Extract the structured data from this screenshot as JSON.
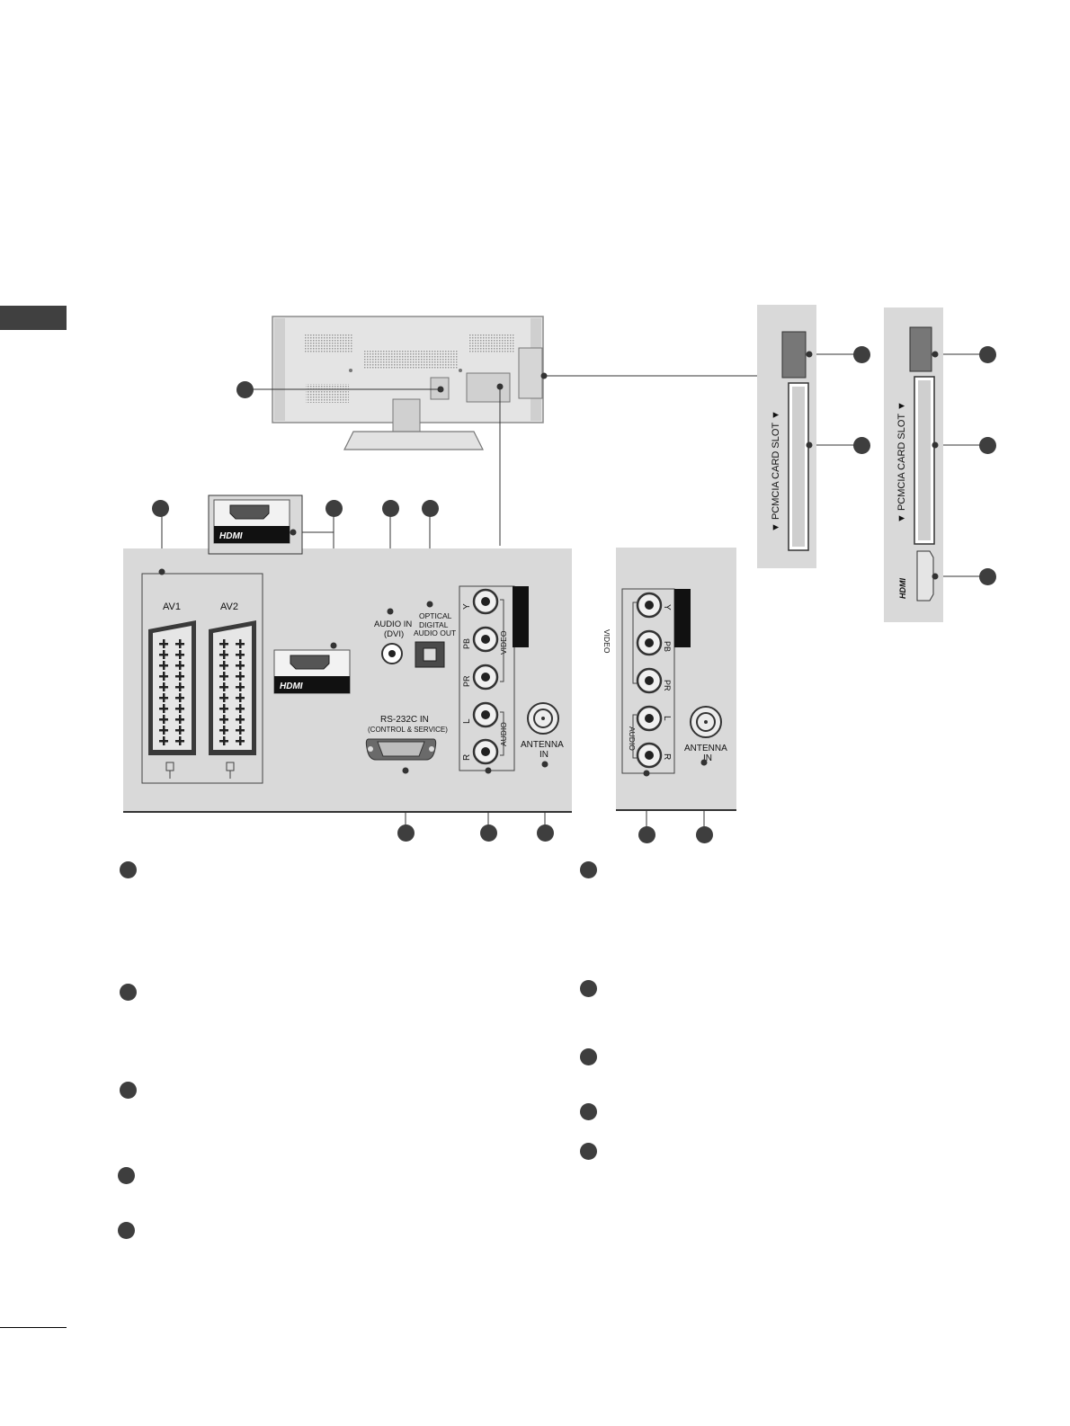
{
  "main_panel": {
    "av1": "AV1",
    "av2": "AV2",
    "hdmi": "HDMI",
    "audio_in_line1": "AUDIO IN",
    "audio_in_line2": "(DVI)",
    "optical_line1": "OPTICAL",
    "optical_line2": "DIGITAL",
    "optical_line3": "AUDIO OUT",
    "rs232_line1": "RS-232C IN",
    "rs232_line2": "(CONTROL & SERVICE)",
    "component_y": "Y",
    "component_pb": "PB",
    "component_pr": "PR",
    "audio_l": "L",
    "audio_r": "R",
    "video_label": "VIDEO",
    "audio_label": "AUDIO",
    "antenna_line1": "ANTENNA",
    "antenna_line2": "IN"
  },
  "alt_panel": {
    "video_label": "VIDEO",
    "audio_label": "AUDIO",
    "component_y": "Y",
    "component_pb": "PB",
    "component_pr": "PR",
    "audio_l": "L",
    "audio_r": "R",
    "antenna_line1": "ANTENNA",
    "antenna_line2": "IN"
  },
  "side_panels": {
    "pcmcia_label_1": "▼ PCMCIA CARD SLOT ▼",
    "pcmcia_label_2": "▼ PCMCIA CARD SLOT ▼",
    "hdmi": "HDMI"
  },
  "colors": {
    "panel_bg": "#d9d9d9",
    "callout_dot": "#3e3e3e",
    "side_tab": "#404040"
  }
}
